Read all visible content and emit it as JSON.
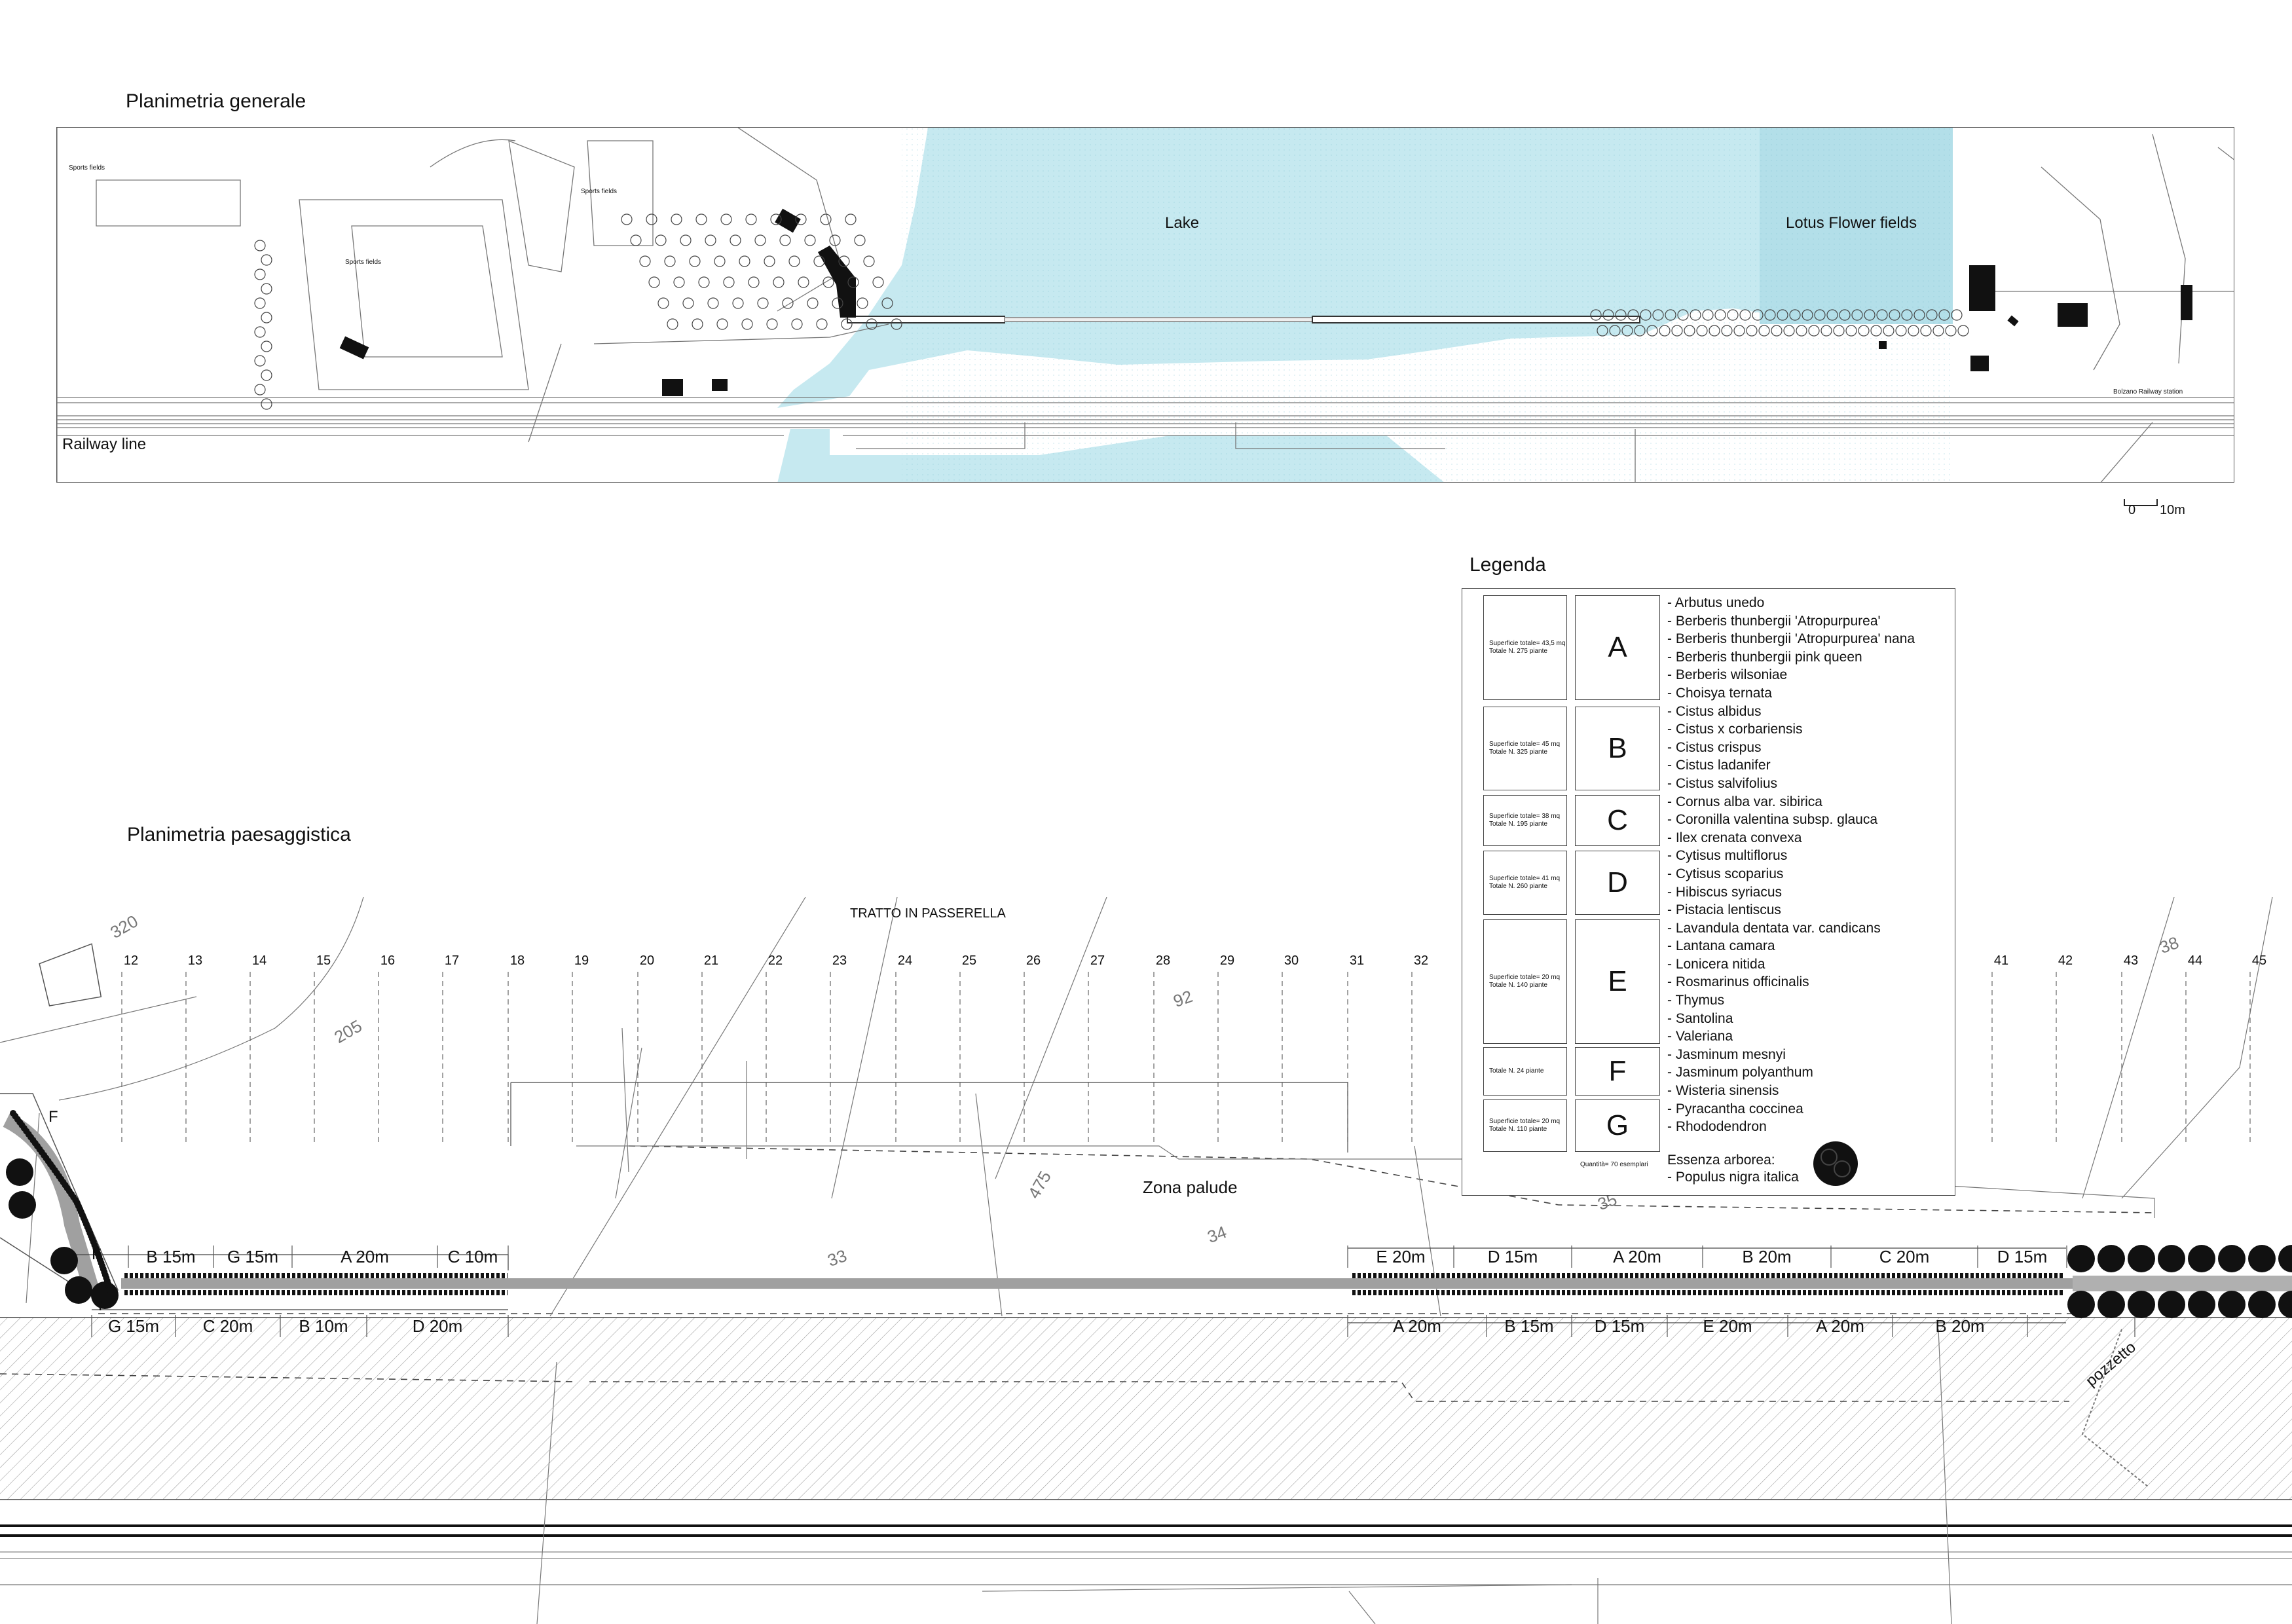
{
  "titles": {
    "general": "Planimetria generale",
    "landscape": "Planimetria paesaggistica",
    "legend": "Legenda"
  },
  "general_plan": {
    "lake": "Lake",
    "lotus": "Lotus Flower fields",
    "railway": "Railway line",
    "sports_fields": [
      "Sports fields",
      "Sports fields",
      "Sports fields"
    ],
    "station": "Bolzano Railway station",
    "scale_zero": "0",
    "scale_ten": "10m"
  },
  "landscape_plan": {
    "passerella": "TRATTO IN PASSERELLA",
    "zona_palude": "Zona palude",
    "pozzetto": "pozzetto",
    "station_numbers": [
      "12",
      "13",
      "14",
      "15",
      "16",
      "17",
      "18",
      "19",
      "20",
      "21",
      "22",
      "23",
      "24",
      "25",
      "26",
      "27",
      "28",
      "29",
      "30",
      "31",
      "32",
      "41",
      "42",
      "43",
      "44",
      "45"
    ],
    "contours": [
      "320",
      "205",
      "92",
      "475",
      "33",
      "34",
      "35",
      "38"
    ],
    "f_labels": [
      "F",
      "F",
      "F"
    ],
    "top_left_segments": [
      "B 15m",
      "G 15m",
      "A 20m",
      "C 10m"
    ],
    "bottom_left_segments": [
      "G 15m",
      "C 20m",
      "B 10m",
      "D 20m"
    ],
    "top_right_segments": [
      "E 20m",
      "D 15m",
      "A 20m",
      "B 20m",
      "C 20m",
      "D 15m"
    ],
    "bottom_right_segments": [
      "A 20m",
      "B 15m",
      "D 15m",
      "E 20m",
      "A 20m",
      "B 20m"
    ]
  },
  "legend": {
    "groups": [
      {
        "letter": "A",
        "info": [
          "Superficie totale= 43,5 mq",
          "Totale N. 275 piante"
        ]
      },
      {
        "letter": "B",
        "info": [
          "Superficie totale= 45 mq",
          "Totale N. 325 piante"
        ]
      },
      {
        "letter": "C",
        "info": [
          "Superficie totale= 38 mq",
          "Totale N. 195 piante"
        ]
      },
      {
        "letter": "D",
        "info": [
          "Superficie totale= 41 mq",
          "Totale N. 260 piante"
        ]
      },
      {
        "letter": "E",
        "info": [
          "Superficie totale= 20 mq",
          "Totale N. 140 piante"
        ]
      },
      {
        "letter": "F",
        "info": [
          "Totale N. 24 piante"
        ]
      },
      {
        "letter": "G",
        "info": [
          "Superficie totale= 20 mq",
          "Totale N. 110 piante"
        ]
      }
    ],
    "tree_quantity": "Quantità= 70 esemplari",
    "species": [
      "- Arbutus unedo",
      "- Berberis thunbergii 'Atropurpurea'",
      "- Berberis thunbergii 'Atropurpurea' nana",
      "- Berberis thunbergii  pink queen",
      "- Berberis wilsoniae",
      "- Choisya ternata",
      "- Cistus albidus",
      "- Cistus x corbariensis",
      "- Cistus crispus",
      "- Cistus ladanifer",
      "- Cistus salvifolius",
      "- Cornus alba var. sibirica",
      "- Coronilla valentina subsp. glauca",
      "- Ilex crenata convexa",
      "- Cytisus multiflorus",
      "- Cytisus scoparius",
      "- Hibiscus syriacus",
      "- Pistacia lentiscus",
      "- Lavandula dentata var. candicans",
      "- Lantana camara",
      "- Lonicera nitida",
      "- Rosmarinus officinalis",
      "- Thymus",
      "- Santolina",
      "- Valeriana",
      "- Jasminum mesnyi",
      "- Jasminum polyanthum",
      "- Wisteria sinensis",
      "- Pyracantha coccinea",
      "- Rhododendron"
    ],
    "tree_heading": "Essenza arborea:",
    "tree_species": "- Populus nigra italica"
  },
  "colors": {
    "water": "#bfe6ee",
    "lotus": "#a9dbe6",
    "line": "#333333",
    "path_gray": "#a0a0a0"
  }
}
